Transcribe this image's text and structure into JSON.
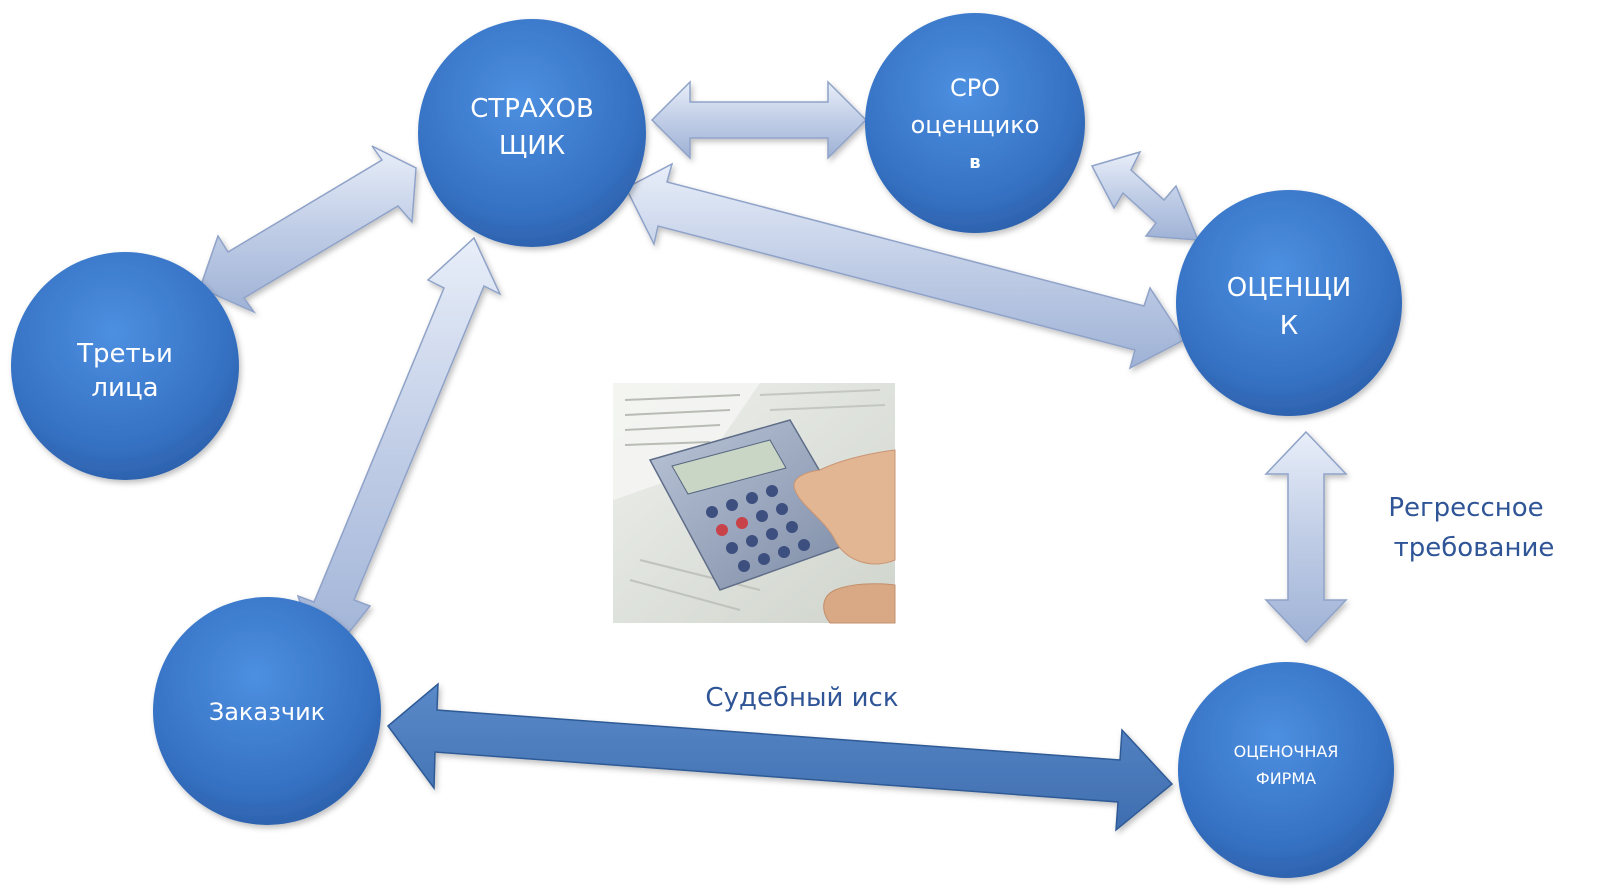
{
  "nodes": {
    "insurer": {
      "line1": "СТРАХОВ",
      "line2": "ЩИК"
    },
    "sro": {
      "line1": "СРО",
      "line2": "оценщико",
      "line3": "в"
    },
    "appraiser": {
      "line1": "ОЦЕНЩИ",
      "line2": "К"
    },
    "third": {
      "line1": "Третьи",
      "line2": "лица"
    },
    "customer": {
      "line1": "Заказчик"
    },
    "firm": {
      "line1": "ОЦЕНОЧНАЯ",
      "line2": "ФИРМА"
    }
  },
  "edges": {
    "lawsuit": "Судебный иск",
    "regress_line1": "Регрессное",
    "regress_line2": "требование"
  },
  "image": {
    "name": "calculator-photo"
  },
  "colors": {
    "node_fill": "#3a78c9",
    "arrow_light": "#c3cfe8",
    "arrow_dark": "#4a7abb",
    "label_text": "#2f5597"
  }
}
